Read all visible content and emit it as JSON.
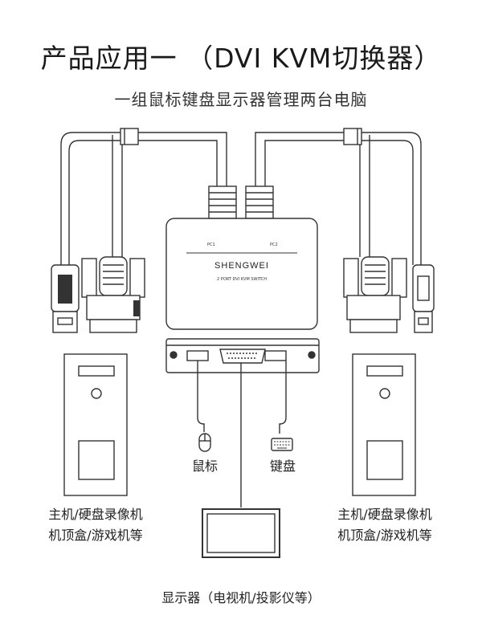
{
  "title": "产品应用一 （DVI KVM切换器）",
  "subtitle": "一组鼠标键盘显示器管理两台电脑",
  "switch": {
    "brand": "SHENGWEI",
    "model": "2 PORT DVI KVM SWITCH",
    "port1": "PC1",
    "port2": "PC2"
  },
  "labels": {
    "mouse": "鼠标",
    "keyboard": "键盘",
    "left_pc_line1": "主机/硬盘录像机",
    "left_pc_line2": "机顶盒/游戏机等",
    "right_pc_line1": "主机/硬盘录像机",
    "right_pc_line2": "机顶盒/游戏机等",
    "monitor": "显示器（电视机/投影仪等）"
  },
  "icons": [
    "usb-plug-icon",
    "dvi-plug-icon",
    "mouse-icon",
    "keyboard-icon",
    "computer-tower-icon",
    "monitor-icon"
  ],
  "colors": {
    "line": "#333333",
    "accent": "#1a1a1a"
  }
}
